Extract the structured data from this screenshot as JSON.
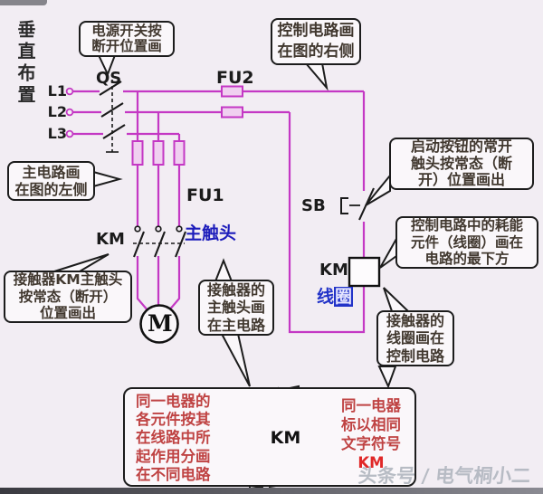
{
  "page": {
    "vertical_title": "垂直布置",
    "watermark": "头条号 / 电气桐小二"
  },
  "labels": {
    "l1": "L1",
    "l2": "L2",
    "l3": "L3",
    "qs": "QS",
    "fu2": "FU2",
    "fu1": "FU1",
    "km_contacts": "KM",
    "main_contact": "主触头",
    "sb": "SB",
    "km_coil": "KM",
    "coil_char1": "线",
    "coil_char2": "圈",
    "motor": "M"
  },
  "callouts": {
    "power_switch": {
      "lines": [
        "电源开关按",
        "断开位置画"
      ]
    },
    "control_side": {
      "lines": [
        "控制电路画",
        "在图的右侧"
      ]
    },
    "main_side": {
      "lines": [
        "主电路画",
        "在图的左侧"
      ]
    },
    "start_button": {
      "lines": [
        "启动按钮的常开",
        "触头按常态（断",
        "开）位置画出"
      ]
    },
    "coil_bottom": {
      "lines": [
        "控制电路中的耗能",
        "元件（线圈）画在",
        "电路的最下方"
      ]
    },
    "km_main_contact": {
      "lines": [
        "接触器KM主触头",
        "按常态（断开）",
        "位置画出"
      ]
    },
    "contact_in_main": {
      "lines": [
        "接触器的",
        "主触头画",
        "在主电路"
      ]
    },
    "coil_in_control": {
      "lines": [
        "接触器的",
        "线圈画在",
        "控制电路"
      ]
    }
  },
  "bottom_box": {
    "left_lines": [
      "同一电器的",
      "各元件按其",
      "在线路中所",
      "起作用分画",
      "在不同电路"
    ],
    "right_lines": [
      "同一电器",
      "标以相同",
      "文字符号"
    ],
    "right_km": "KM",
    "relay_label": "KM"
  },
  "colors": {
    "wire": "#c438c4",
    "fuse_fill": "#f0d0f0",
    "blue_label": "#1d1dbb",
    "coil_blue": "#2233c8",
    "red_text": "#bf4343",
    "red_km": "#e02828",
    "background": "#f2edf3",
    "callout_text": "#41382f"
  }
}
